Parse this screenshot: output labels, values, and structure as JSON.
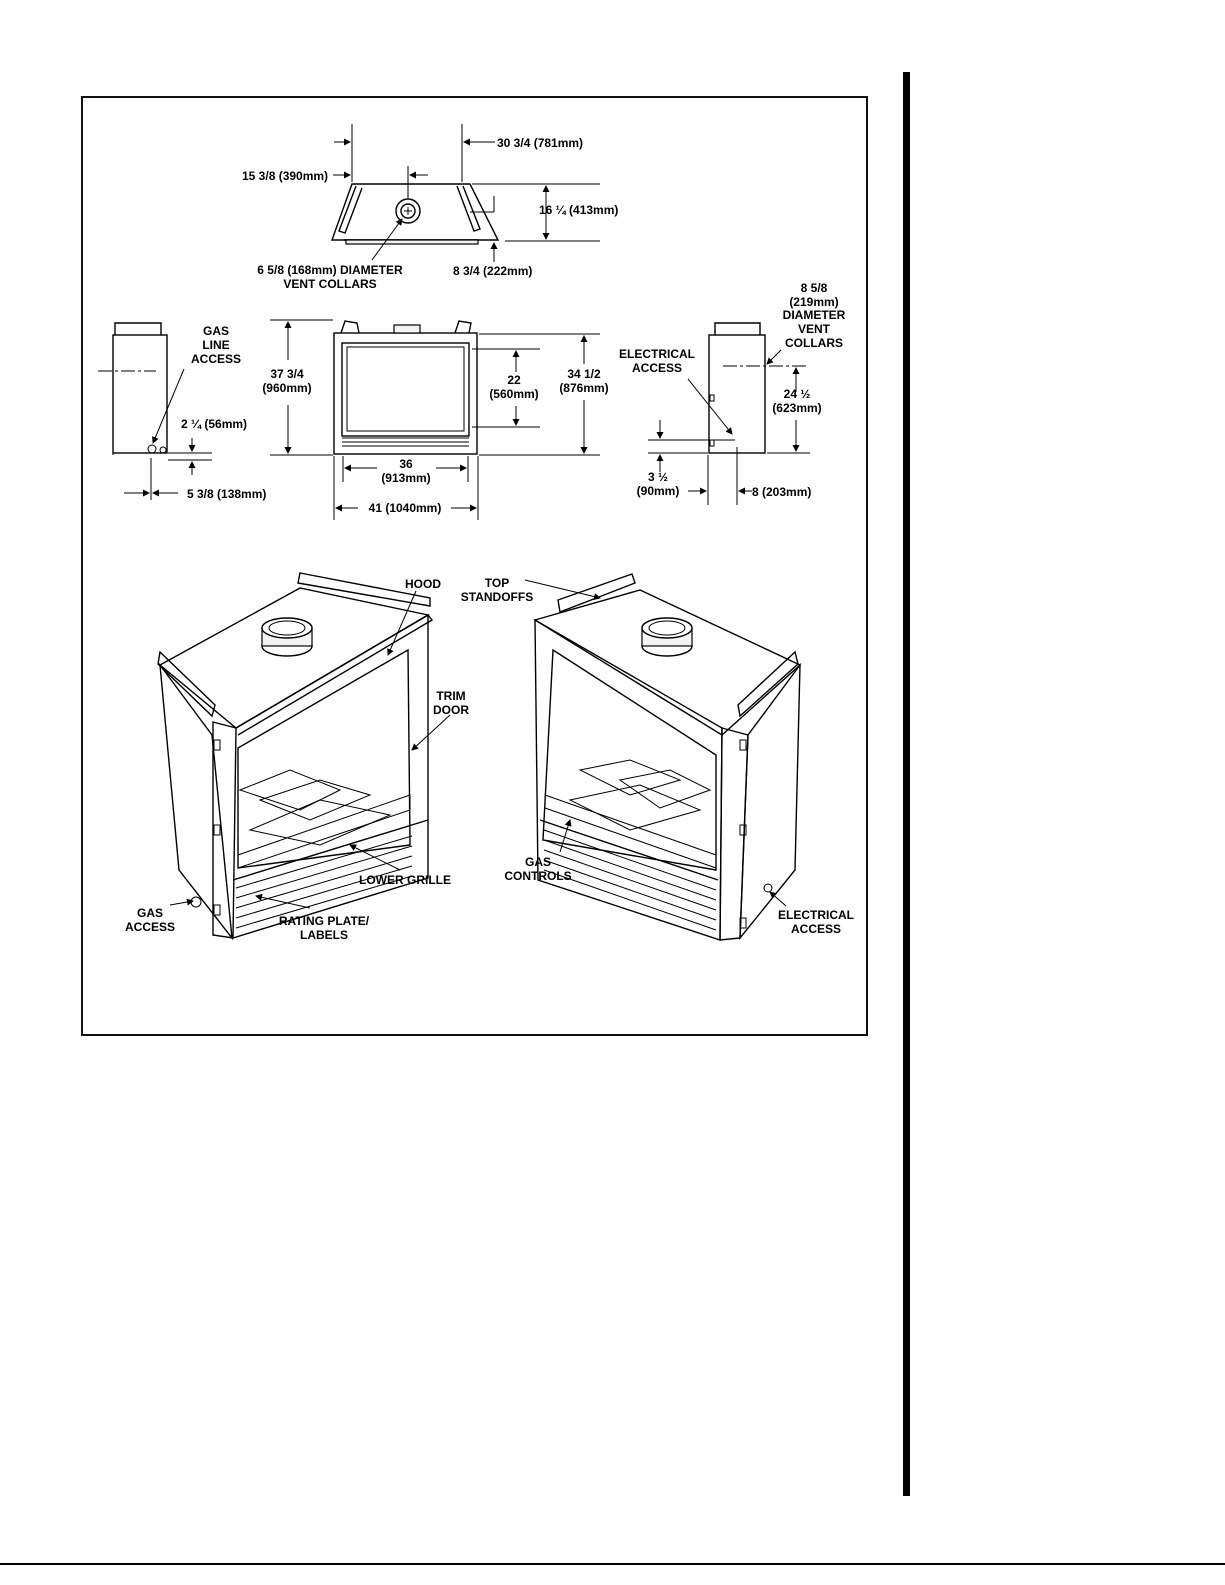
{
  "labels": {
    "top_width": "30 3/4 (781mm)",
    "top_half": "15 3/8 (390mm)",
    "top_depth": "16 ¼ (413mm)",
    "collar_offset": "8 3/4 (222mm)",
    "vent_collar_line1": "6 5/8 (168mm) DIAMETER",
    "vent_collar_line2": "VENT COLLARS",
    "gas_line_access": [
      "GAS",
      "LINE",
      "ACCESS"
    ],
    "gas_height": "2 ¼ (56mm)",
    "gas_depth": "5 3/8 (138mm)",
    "overall_height": [
      "37 3/4",
      "(960mm)"
    ],
    "opening_height": [
      "22",
      "(560mm)"
    ],
    "front_height": [
      "34 1/2",
      "(876mm)"
    ],
    "opening_width": [
      "36",
      "(913mm)"
    ],
    "overall_width": "41 (1040mm)",
    "right_collar": [
      "8 5/8",
      "(219mm)",
      "DIAMETER",
      "VENT",
      "COLLARS"
    ],
    "electrical_access_top": [
      "ELECTRICAL",
      "ACCESS"
    ],
    "collar_height": [
      "24 ½",
      "(623mm)"
    ],
    "elec_height": [
      "3 ½",
      "(90mm)"
    ],
    "elec_depth": "8 (203mm)",
    "hood": "HOOD",
    "top_standoffs": [
      "TOP",
      "STANDOFFS"
    ],
    "trim_door": [
      "TRIM",
      "DOOR"
    ],
    "lower_grille": "LOWER GRILLE",
    "gas_access": [
      "GAS",
      "ACCESS"
    ],
    "rating_plate": [
      "RATING PLATE/",
      "LABELS"
    ],
    "gas_controls": [
      "GAS",
      "CONTROLS"
    ],
    "electrical_access_bottom": [
      "ELECTRICAL",
      "ACCESS"
    ]
  }
}
